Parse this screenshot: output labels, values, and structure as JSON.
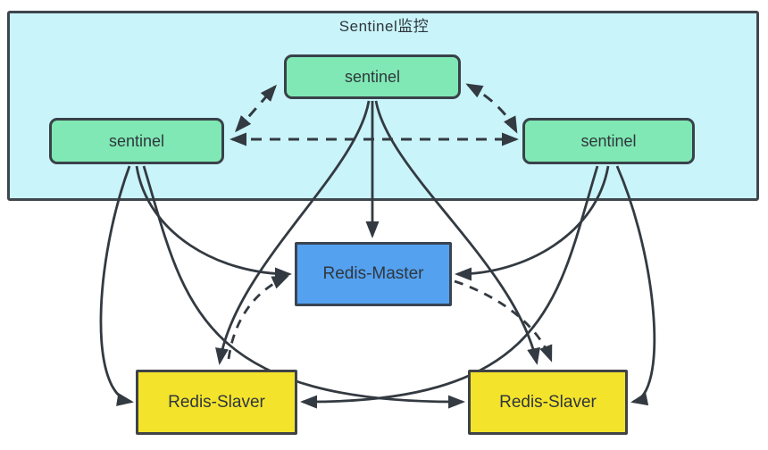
{
  "diagram": {
    "container": {
      "title": "Sentinel监控"
    },
    "nodes": {
      "sentinel_top": {
        "label": "sentinel"
      },
      "sentinel_left": {
        "label": "sentinel"
      },
      "sentinel_right": {
        "label": "sentinel"
      },
      "master": {
        "label": "Redis-Master"
      },
      "slaver_left": {
        "label": "Redis-Slaver"
      },
      "slaver_right": {
        "label": "Redis-Slaver"
      }
    },
    "edges": [
      {
        "from": "sentinel-top",
        "to": "sentinel-left",
        "style": "dashed",
        "arrows": "both"
      },
      {
        "from": "sentinel-top",
        "to": "sentinel-right",
        "style": "dashed",
        "arrows": "both"
      },
      {
        "from": "sentinel-left",
        "to": "sentinel-right",
        "style": "dashed",
        "arrows": "both"
      },
      {
        "from": "sentinel-top",
        "to": "redis-master",
        "style": "solid",
        "arrows": "end"
      },
      {
        "from": "sentinel-top",
        "to": "redis-slaver-left",
        "style": "solid",
        "arrows": "end"
      },
      {
        "from": "sentinel-top",
        "to": "redis-slaver-right",
        "style": "solid",
        "arrows": "end"
      },
      {
        "from": "sentinel-left",
        "to": "redis-master",
        "style": "solid",
        "arrows": "end"
      },
      {
        "from": "sentinel-left",
        "to": "redis-slaver-left",
        "style": "solid",
        "arrows": "end"
      },
      {
        "from": "sentinel-left",
        "to": "redis-slaver-right",
        "style": "solid",
        "arrows": "end"
      },
      {
        "from": "sentinel-right",
        "to": "redis-master",
        "style": "solid",
        "arrows": "end"
      },
      {
        "from": "sentinel-right",
        "to": "redis-slaver-right",
        "style": "solid",
        "arrows": "end"
      },
      {
        "from": "sentinel-right",
        "to": "redis-slaver-left",
        "style": "solid",
        "arrows": "end"
      },
      {
        "from": "redis-slaver-left",
        "to": "redis-master",
        "style": "dashed",
        "arrows": "end"
      },
      {
        "from": "redis-master",
        "to": "redis-slaver-right",
        "style": "dashed",
        "arrows": "end"
      }
    ],
    "colors": {
      "canvas": "#ffffff",
      "container_fill": "#c9f4fa",
      "sentinel_fill": "#80e8b4",
      "master_fill": "#54a1f0",
      "slaver_fill": "#f4e32b",
      "node_border": "#39414a",
      "line": "#333a41",
      "text": "#30373d"
    }
  }
}
